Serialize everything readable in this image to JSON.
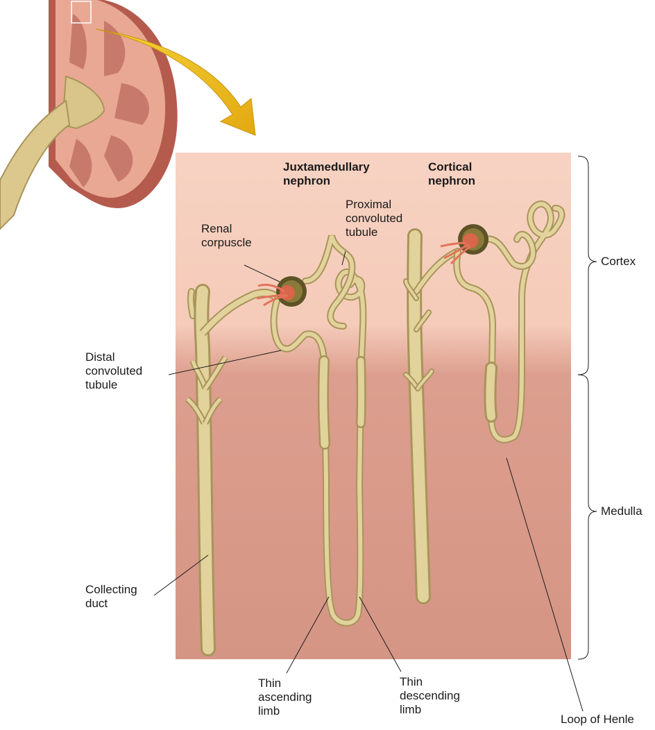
{
  "headings": {
    "juxtamedullary": "Juxtamedullary\nnephron",
    "cortical": "Cortical\nnephron"
  },
  "labels": {
    "renal_corpuscle": "Renal\ncorpuscle",
    "proximal_tubule": "Proximal\nconvoluted\ntubule",
    "distal_tubule": "Distal\nconvoluted\ntubule",
    "collecting_duct": "Collecting\nduct",
    "thin_ascending": "Thin\nascending\nlimb",
    "thin_descending": "Thin\ndescending\nlimb",
    "loop_of_henle": "Loop of Henle",
    "cortex": "Cortex",
    "medulla": "Medulla"
  },
  "colors": {
    "cortex_bg": "#f6cfbf",
    "medulla_bg": "#d99a8a",
    "tubule": "#dccb93",
    "tubule_edge": "#a8945a",
    "kidney_cortex": "#e8a791",
    "kidney_capsule": "#b0554a",
    "pyramid": "#c7796c",
    "ureter": "#d9c48a",
    "arrow": "#f0c419",
    "glomerulus": "#d9664a"
  }
}
